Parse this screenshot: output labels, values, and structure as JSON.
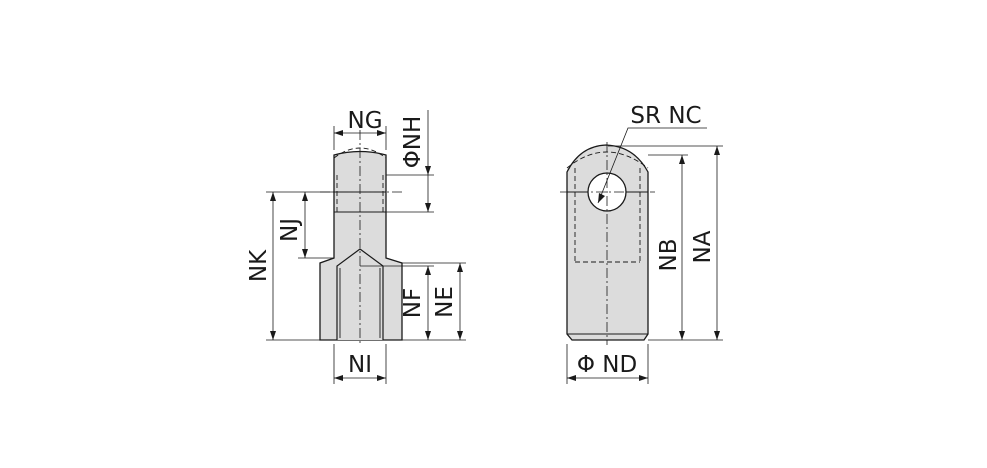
{
  "labels": {
    "ng": "NG",
    "nh": "ΦNH",
    "nj": "NJ",
    "nk": "NK",
    "nf": "NF",
    "ne": "NE",
    "ni": "NI",
    "sr_nc": "SR NC",
    "nb": "NB",
    "na": "NA",
    "nd": "Φ ND"
  }
}
